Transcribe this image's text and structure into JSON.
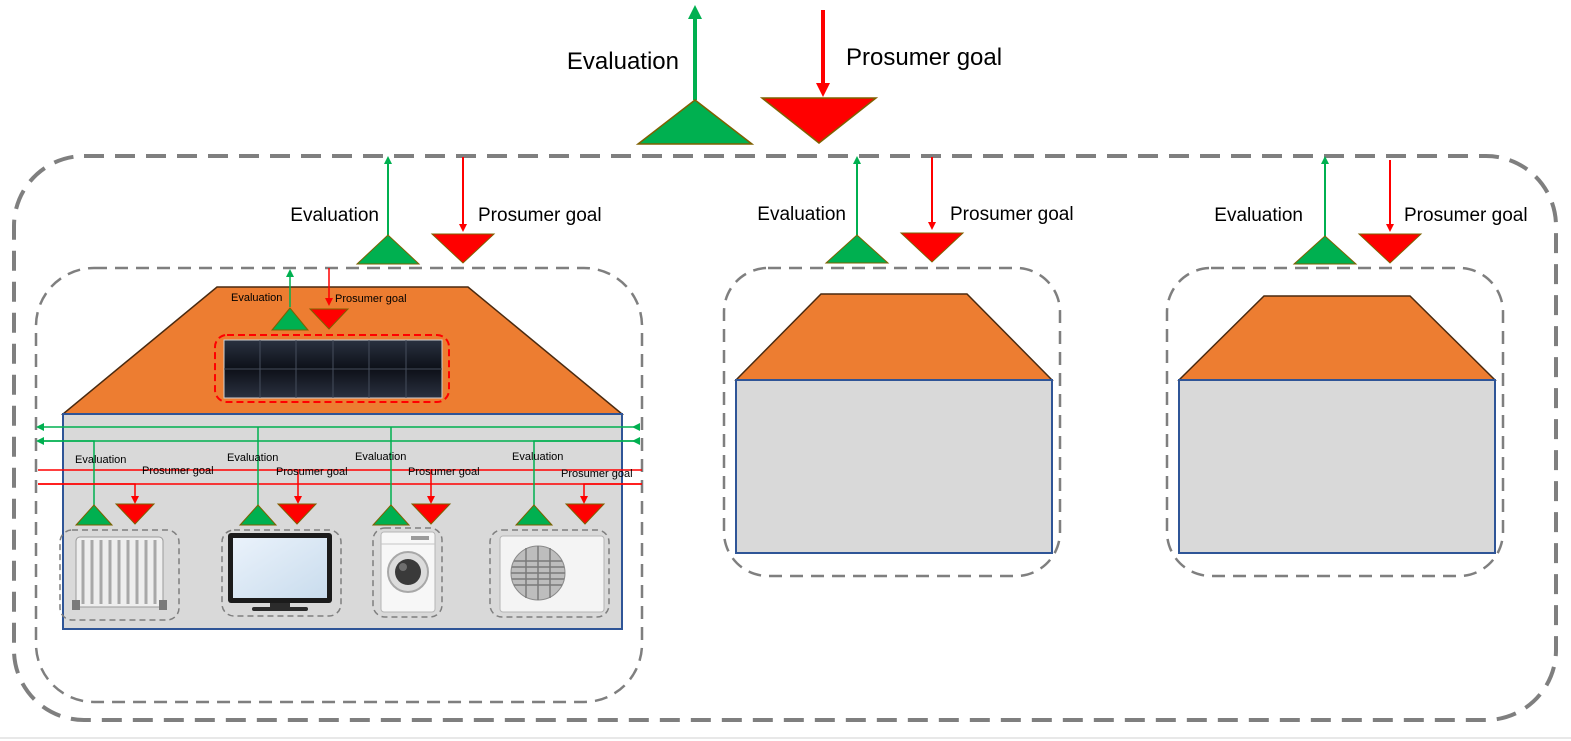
{
  "colors": {
    "evaluation_arrow": "#00b050",
    "goal_arrow": "#ff0000",
    "eval_triangle_fill": "#00b050",
    "goal_triangle_fill": "#ff0000",
    "triangle_stroke": "#7f6000",
    "roof": "#ed7d31",
    "roof_stroke": "#4a2a10",
    "wall": "#d9d9d9",
    "wall_stroke": "#2f5597",
    "boundary_dash": "#7f7f7f"
  },
  "community": {
    "evaluation_label": "Evaluation",
    "goal_label": "Prosumer goal"
  },
  "houses": [
    {
      "evaluation_label": "Evaluation",
      "goal_label": "Prosumer goal",
      "solar_panel": {
        "evaluation_label": "Evaluation",
        "goal_label": "Prosumer goal"
      },
      "appliances": [
        {
          "kind": "radiator-icon",
          "evaluation_label": "Evaluation",
          "goal_label": "Prosumer goal"
        },
        {
          "kind": "television-icon",
          "evaluation_label": "Evaluation",
          "goal_label": "Prosumer goal"
        },
        {
          "kind": "washing-machine-icon",
          "evaluation_label": "Evaluation",
          "goal_label": "Prosumer goal"
        },
        {
          "kind": "air-conditioner-icon",
          "evaluation_label": "Evaluation",
          "goal_label": "Prosumer goal"
        }
      ]
    },
    {
      "evaluation_label": "Evaluation",
      "goal_label": "Prosumer goal"
    },
    {
      "evaluation_label": "Evaluation",
      "goal_label": "Prosumer goal"
    }
  ]
}
